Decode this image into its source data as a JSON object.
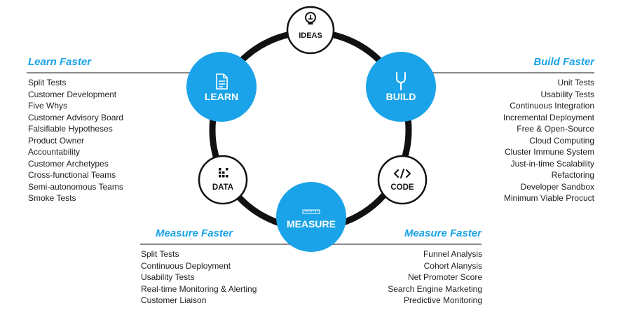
{
  "cycle": {
    "ideas": "IDEAS",
    "build": "BUILD",
    "code": "CODE",
    "measure": "MEASURE",
    "data": "DATA",
    "learn": "LEARN",
    "accent_color": "#1aa3e8",
    "ring_color": "#111111",
    "icons": {
      "ideas": "lightbulb-icon",
      "build": "wrench-icon",
      "code": "code-brackets-icon",
      "measure": "ruler-icon",
      "data": "grid-icon",
      "learn": "document-icon"
    }
  },
  "learn_faster": {
    "title": "Learn Faster",
    "items": [
      "Split Tests",
      "Customer Development",
      "Five Whys",
      "Customer Advisory Board",
      "Falsifiable Hypotheses",
      "Product Owner",
      "Accountability",
      "Customer Archetypes",
      "Cross-functional Teams",
      "Semi-autonomous Teams",
      "Smoke Tests"
    ]
  },
  "build_faster": {
    "title": "Build Faster",
    "items": [
      "Unit Tests",
      "Usability Tests",
      "Continuous Integration",
      "Incremental Deployment",
      "Free & Open-Source",
      "Cloud Computing",
      "Cluster Immune System",
      "Just-in-time Scalability",
      "Refactoring",
      "Developer Sandbox",
      "Minimum Viable Procuct"
    ]
  },
  "measure_faster_left": {
    "title": "Measure Faster",
    "items": [
      "Split Tests",
      "Continuous Deployment",
      "Usability Tests",
      "Real-time Monitoring & Alerting",
      "Customer Liaison"
    ]
  },
  "measure_faster_right": {
    "title": "Measure Faster",
    "items": [
      "Funnel Analysis",
      "Cohort Alanysis",
      "Net Promoter Score",
      "Search Engine Marketing",
      "Predictive Monitoring"
    ]
  }
}
